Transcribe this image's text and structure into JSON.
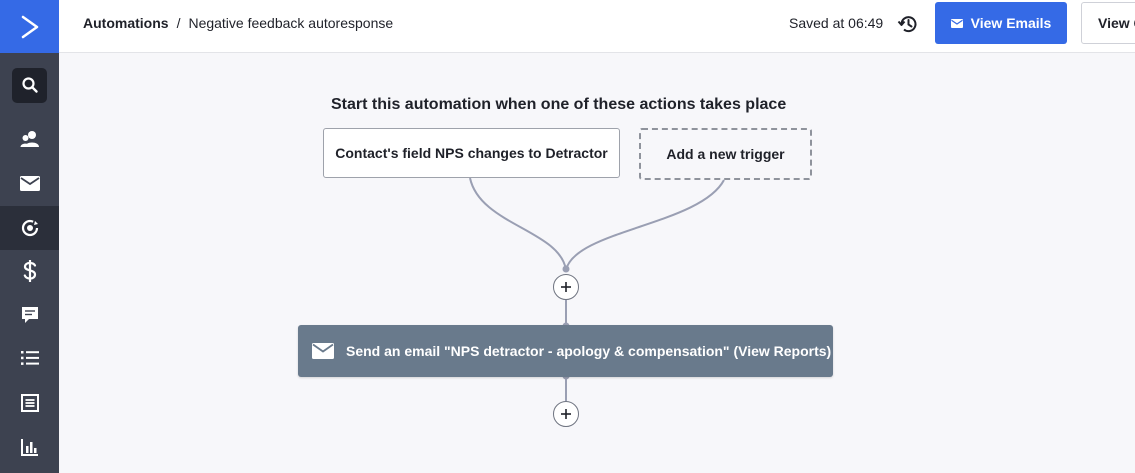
{
  "breadcrumb": {
    "root": "Automations",
    "separator": "/",
    "current": "Negative feedback autoresponse"
  },
  "header": {
    "saved_text": "Saved at 06:49",
    "view_emails_label": "View Emails",
    "view_secondary_label": "View C"
  },
  "sidebar": {
    "items": [
      {
        "icon": "search-icon"
      },
      {
        "icon": "contacts-icon"
      },
      {
        "icon": "envelope-icon"
      },
      {
        "icon": "automations-icon",
        "active": true
      },
      {
        "icon": "dollar-icon"
      },
      {
        "icon": "conversations-icon"
      },
      {
        "icon": "list-icon"
      },
      {
        "icon": "forms-icon"
      },
      {
        "icon": "reports-icon"
      }
    ]
  },
  "canvas": {
    "trigger_title": "Start this automation when one of these actions takes place",
    "trigger_label": "Contact's field NPS changes to Detractor",
    "add_trigger_label": "Add a new trigger",
    "action_label": "Send an email \"NPS detractor - apology & compensation\" (View Reports)"
  },
  "colors": {
    "accent": "#356ae6",
    "sidebar": "#3d4250",
    "action_box": "#697a8c",
    "connector": "#9a9fb3"
  }
}
